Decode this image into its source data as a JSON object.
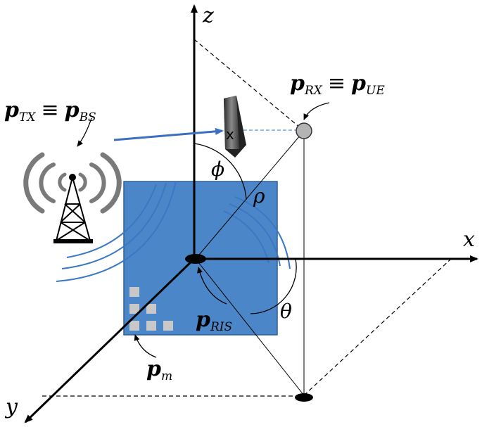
{
  "axes": {
    "x_label": "x",
    "y_label": "y",
    "z_label": "z"
  },
  "angles": {
    "phi": "ϕ",
    "theta": "θ",
    "rho": "ρ"
  },
  "labels": {
    "ptx": {
      "base": "p",
      "sub1": "TX",
      "equiv": "≡",
      "base2": "p",
      "sub2": "BS"
    },
    "prx": {
      "base": "p",
      "sub1": "RX",
      "equiv": "≡",
      "base2": "p",
      "sub2": "UE"
    },
    "pris": {
      "base": "p",
      "sub": "RIS"
    },
    "pm": {
      "base": "p",
      "sub": "m"
    }
  },
  "obstacle_mark": "x",
  "colors": {
    "ris_fill": "#4a86c8",
    "ris_stroke": "#2e5f9a",
    "wave": "#3a78c4",
    "tower_gray": "#7a7a7a",
    "element_gray": "#c8c8c8",
    "los_arrow": "#3d6fc1"
  }
}
